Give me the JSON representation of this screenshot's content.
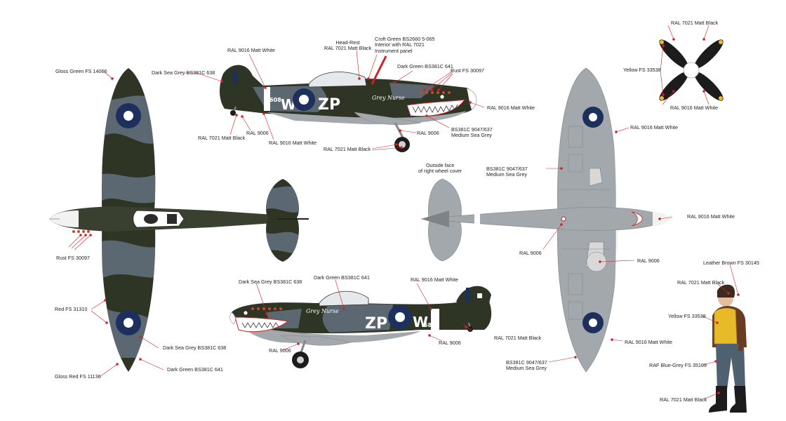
{
  "colors": {
    "dark_green": "#2f3525",
    "dark_sea_grey": "#5b6771",
    "medium_sea_grey": "#a3a8ac",
    "roundel_blue": "#1d2f5c",
    "white": "#ffffff",
    "black": "#1c1c1c",
    "red_callout": "#d42026",
    "yellow_jacket": "#e7ba2a",
    "leather_brown": "#6a3d22",
    "blue_grey": "#4f6070"
  },
  "markings": {
    "left_side_code": "ZP",
    "left_side_letter": "W",
    "right_side_code": "ZP",
    "right_side_letter": "W",
    "nose_art": "Grey Nurse",
    "serial_fragment_left": "608",
    "serial_fragment_right": "58"
  },
  "labels": {
    "gloss_green": "Gloss Green FS 14066",
    "rust_left": "Rust FS 30097",
    "red_fs": "Red FS 31310",
    "gloss_red": "Gloss Red FS 11136",
    "dsg_bottom_left": "Dark Sea Grey BS381C 638",
    "dg_bottom_left": "Dark Green BS381C 641",
    "dsg_top": "Dark Sea Grey BS381C 638",
    "ral9016_top": "RAL 9016 Matt White",
    "headrest": "Head-Rest\nRAL 7021 Matt Black",
    "croft": "Croft Green BS2660 5-065\nInterior with RAL 7021\nInstrument panel",
    "dg_top": "Dark Green BS381C 641",
    "rust_top": "Rust FS 30097",
    "ral9016_nose": "RAL 9016 Matt White",
    "msg_top": "BS381C 9047/637\nMedium Sea Grey",
    "ral9006_wheel": "RAL 9006",
    "ral7021_wheel": "RAL 7021 Matt Black",
    "ral9006_tail": "RAL 9006",
    "ral7021_tail": "RAL 7021 Matt Black",
    "ral9016_tailwheel": "RAL 9016 Matt White",
    "outside_face": "Outside face\nof right wheel cover",
    "yellow_prop": "Yellow FS 33538",
    "ral7021_prop": "RAL 7021 Matt Black",
    "ral9016_prop": "RAL 9016 Matt White",
    "ral9016_under_top": "RAL 9016 Matt White",
    "msg_under": "BS381C 9047/637\nMedium Sea Grey",
    "ral9016_under_nose": "RAL 9016 Matt White",
    "ral9006_under_tail": "RAL 9006",
    "ral9006_under_wheelbay": "RAL 9006",
    "ral9016_under_bottom": "RAL 9016 Matt White",
    "msg_under_bottom": "BS381C 9047/637\nMedium Sea Grey",
    "dsg_right_side": "Dark Sea Grey BS381C 638",
    "dg_right_side": "Dark Green BS381C 641",
    "ral9016_right_side": "RAL 9016 Matt White",
    "ral9006_right_side": "RAL 9006",
    "ral7021_right_side": "RAL 7021 Matt Black",
    "ral9006_right_tail": "RAL 9006",
    "leather": "Leather Brown FS 30145",
    "ral7021_pilot": "RAL 7021 Matt Black",
    "yellow_pilot": "Yellow FS 33538",
    "raf_blue_grey": "RAF Blue-Grey FS 35109",
    "ral7021_boots": "RAL 7021 Matt Black"
  }
}
